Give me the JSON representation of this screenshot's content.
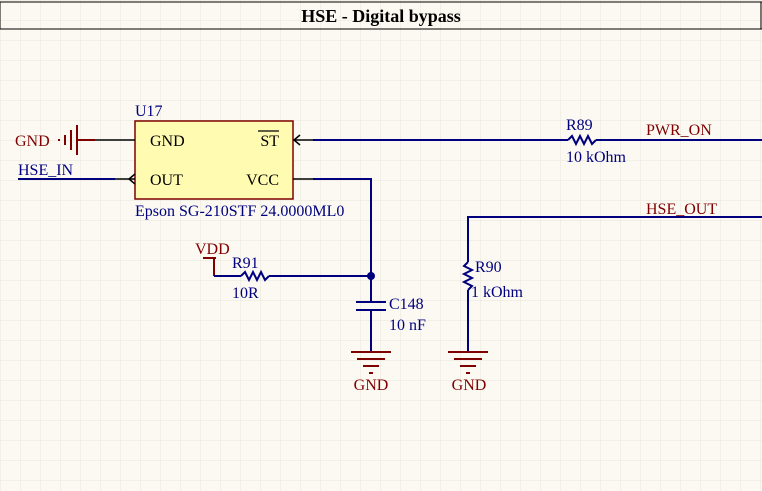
{
  "title": "HSE - Digital bypass",
  "colors": {
    "background": "#fbf9f1",
    "grid": "#e8e6dc",
    "wire": "#00007f",
    "power": "#7f0000",
    "part_body": "#fffcb1",
    "part_border": "#7f0000",
    "text_dark": "#000000"
  },
  "u17": {
    "designator": "U17",
    "value": "Epson SG-210STF 24.0000ML0",
    "pins": {
      "gnd": "GND",
      "out": "OUT",
      "st": "ST",
      "vcc": "VCC"
    }
  },
  "nets": {
    "gnd_left": "GND",
    "hse_in": "HSE_IN",
    "pwr_on": "PWR_ON",
    "hse_out": "HSE_OUT",
    "vdd": "VDD",
    "gnd_c148": "GND",
    "gnd_r90": "GND"
  },
  "r89": {
    "designator": "R89",
    "value": "10 kOhm"
  },
  "r91": {
    "designator": "R91",
    "value": "10R"
  },
  "r90": {
    "designator": "R90",
    "value": "1 kOhm"
  },
  "c148": {
    "designator": "C148",
    "value": "10 nF"
  }
}
